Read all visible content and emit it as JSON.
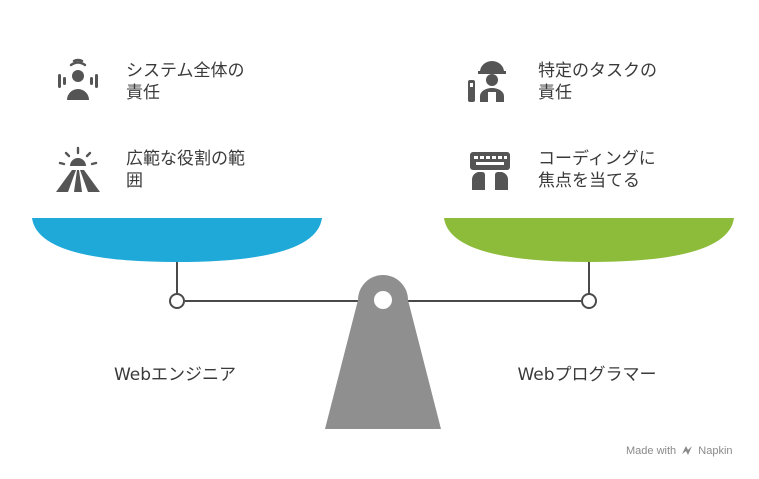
{
  "left": {
    "items": [
      {
        "icon": "person-broadcast-icon",
        "line1": "システム全体の",
        "line2": "責任"
      },
      {
        "icon": "sunrise-road-icon",
        "line1": "広範な役割の範",
        "line2": "囲"
      }
    ],
    "label": "Webエンジニア",
    "pan_color": "#1fa9d9"
  },
  "right": {
    "items": [
      {
        "icon": "worker-helmet-icon",
        "line1": "特定のタスクの",
        "line2": "責任"
      },
      {
        "icon": "hands-keyboard-icon",
        "line1": "コーディングに",
        "line2": "焦点を当てる"
      }
    ],
    "label": "Webプログラマー",
    "pan_color": "#8dbb3a"
  },
  "colors": {
    "icon": "#555555",
    "scale": "#8f8f8f",
    "line": "#4a4a4a"
  },
  "credit": {
    "text": "Made with",
    "brand": "Napkin"
  }
}
